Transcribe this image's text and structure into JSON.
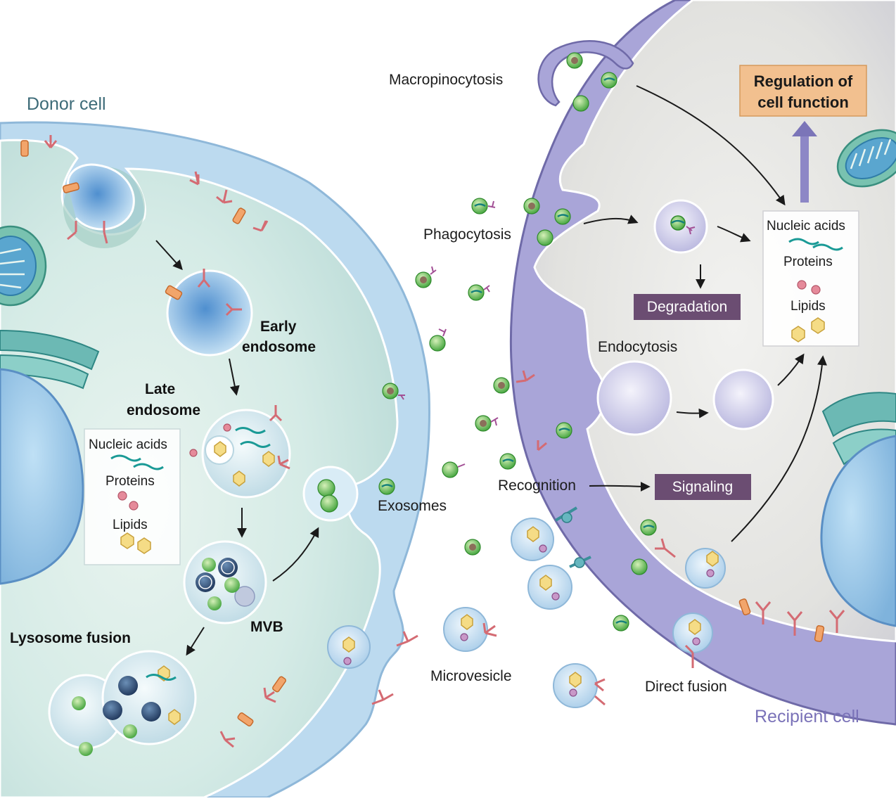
{
  "donor_cell": {
    "title": "Donor cell",
    "labels": {
      "early_endosome_1": "Early",
      "early_endosome_2": "endosome",
      "late_endosome_1": "Late",
      "late_endosome_2": "endosome",
      "mvb": "MVB",
      "lysosome_fusion": "Lysosome fusion"
    },
    "cargo": {
      "nucleic_acids": "Nucleic acids",
      "proteins": "Proteins",
      "lipids": "Lipids"
    }
  },
  "extracellular": {
    "exosomes": "Exosomes",
    "microvesicle": "Microvesicle",
    "recognition": "Recognition"
  },
  "recipient_cell": {
    "title": "Recipient cell",
    "labels": {
      "macropinocytosis": "Macropinocytosis",
      "phagocytosis": "Phagocytosis",
      "endocytosis": "Endocytosis",
      "direct_fusion": "Direct fusion",
      "degradation": "Degradation",
      "signaling": "Signaling",
      "regulation_1": "Regulation of",
      "regulation_2": "cell function"
    },
    "cargo": {
      "nucleic_acids": "Nucleic acids",
      "proteins": "Proteins",
      "lipids": "Lipids"
    }
  },
  "colors": {
    "donor_membrane": "#b7d7ec",
    "donor_cytoplasm": "#d8ece8",
    "recipient_membrane": "#a7a3d6",
    "recipient_cytoplasm": "#e4e4e2",
    "exosome_green": "#6cbf4a",
    "nucleic_acid_teal": "#1a9a96",
    "label_box_purple": "#6b4d72",
    "regulation_box": "#f2c08f",
    "arrow_purple": "#7b75b8"
  }
}
